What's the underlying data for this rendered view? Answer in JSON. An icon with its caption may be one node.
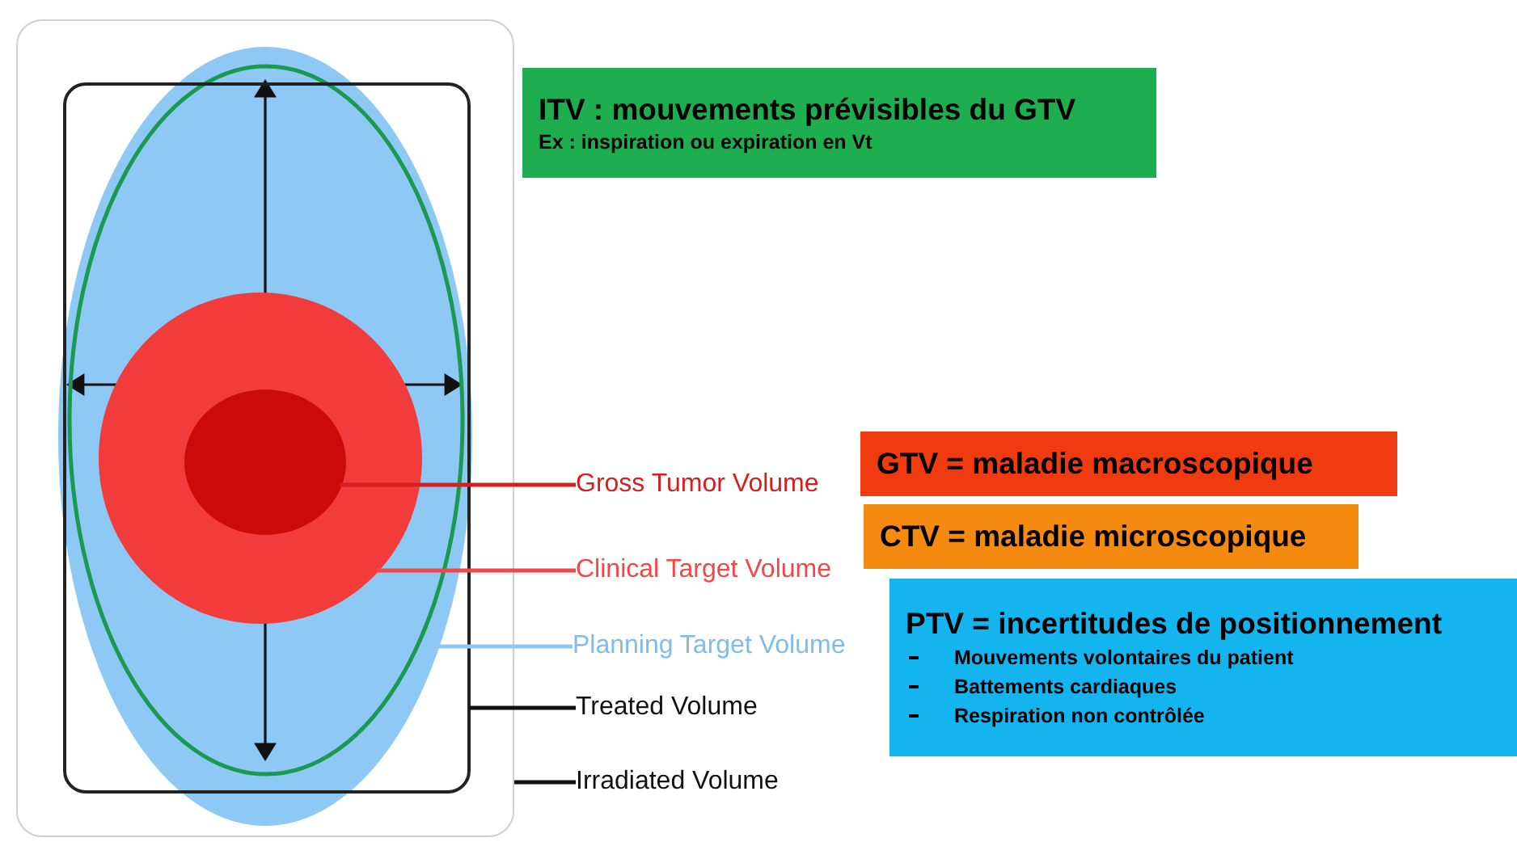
{
  "diagram": {
    "nodes": [
      {
        "text": [],
        "shape": "box"
      },
      {
        "text": [],
        "shape": "box",
        "in": 0
      },
      {
        "text": [],
        "shape": "circle",
        "in": 0
      },
      {
        "text": [],
        "shape": "circle",
        "in": 2
      },
      {
        "text": [],
        "shape": "circle",
        "in": 3
      },
      {
        "text": [],
        "shape": "circle",
        "in": 4
      },
      {
        "text": [
          "Gross Tumor Volume"
        ]
      },
      {
        "text": [
          "Clinical Target Volume"
        ]
      },
      {
        "text": [
          "Planning Target Volume"
        ]
      },
      {
        "text": [
          "Treated Volume"
        ]
      },
      {
        "text": [
          "Irradiated Volume"
        ]
      },
      {
        "text": [
          "ITV : mouvements prévisibles du GTV",
          "Ex : inspiration ou expiration en Vt"
        ]
      },
      {
        "text": [
          "GTV = maladie macroscopique"
        ]
      },
      {
        "text": [
          "CTV = maladie microscopique"
        ]
      },
      {
        "text": [
          "PTV = incertitudes de positionnement",
          "Mouvements volontaires du patient",
          "Battements cardiaques",
          "Respiration non contrôlée"
        ]
      }
    ],
    "edges": [
      {
        "from": 6,
        "to": 5,
        "arrow": "none",
        "color": "#d42020"
      },
      {
        "from": 7,
        "to": 4,
        "arrow": "none",
        "color": "#f04848"
      },
      {
        "from": 8,
        "to": 2,
        "arrow": "none",
        "color": "#8ec8f5"
      },
      {
        "from": 9,
        "to": 1,
        "arrow": "none"
      },
      {
        "from": 10,
        "to": 0,
        "arrow": "none"
      }
    ]
  }
}
